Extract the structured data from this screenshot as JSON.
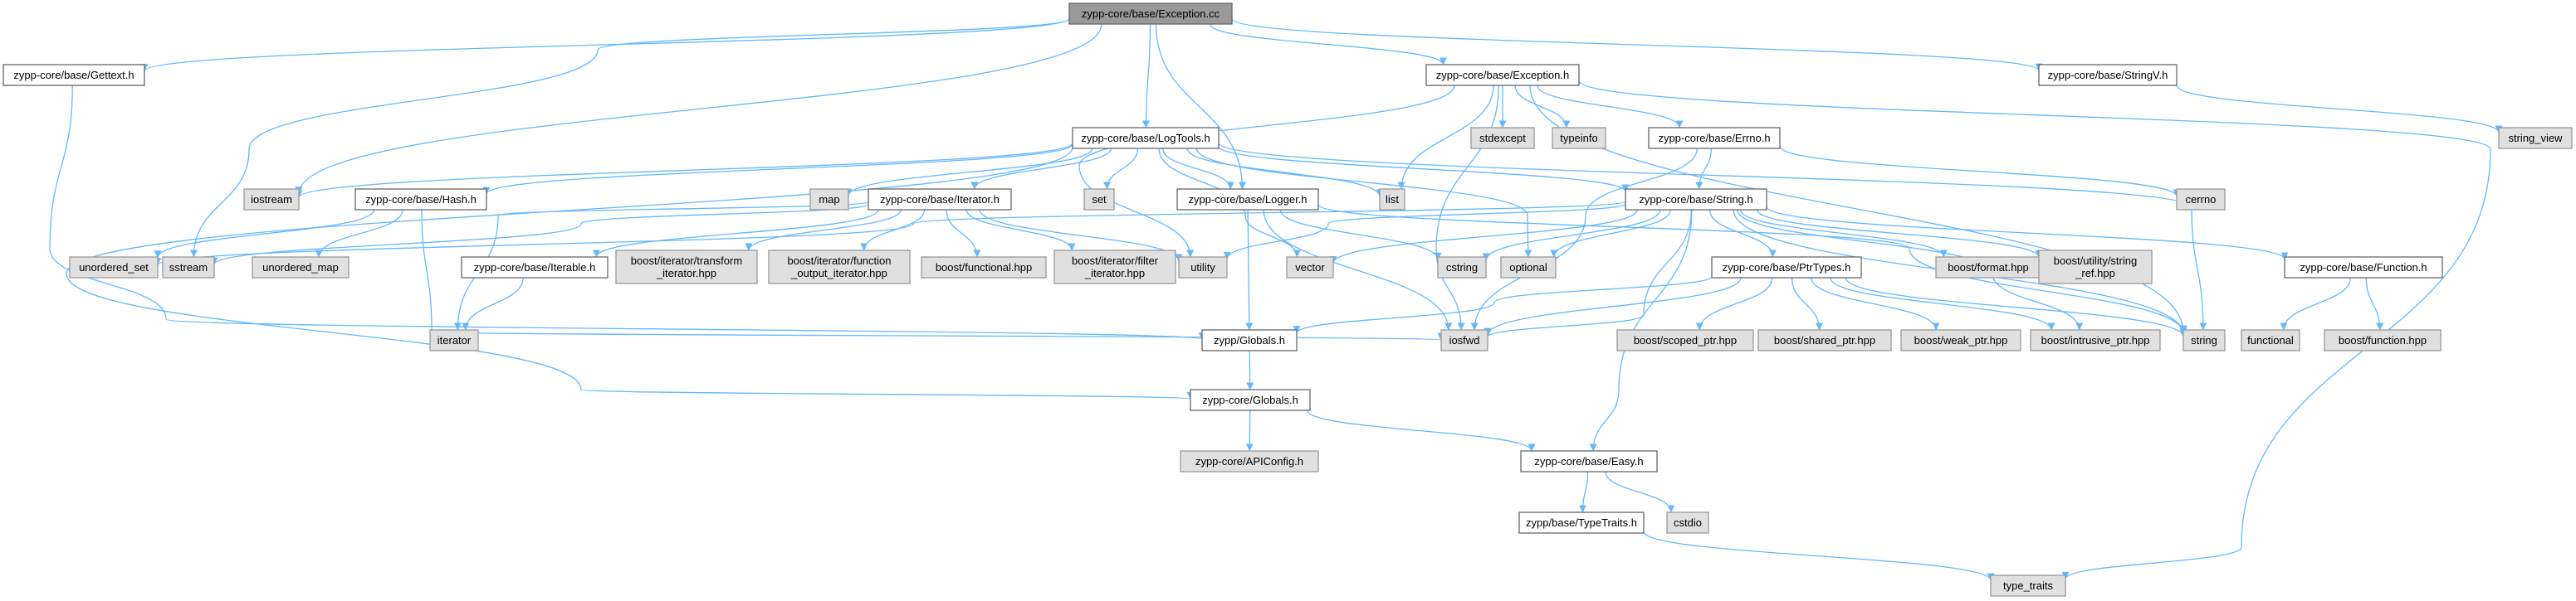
{
  "diagram": {
    "nodes": [
      {
        "id": "exception_cc",
        "lines": [
          "zypp-core/base/Exception.cc"
        ],
        "style": "root"
      },
      {
        "id": "gettext_h",
        "lines": [
          "zypp-core/base/Gettext.h"
        ],
        "style": "header"
      },
      {
        "id": "exception_h",
        "lines": [
          "zypp-core/base/Exception.h"
        ],
        "style": "header"
      },
      {
        "id": "stringv_h",
        "lines": [
          "zypp-core/base/StringV.h"
        ],
        "style": "header"
      },
      {
        "id": "string_view",
        "lines": [
          "string_view"
        ],
        "style": "system"
      },
      {
        "id": "logtools_h",
        "lines": [
          "zypp-core/base/LogTools.h"
        ],
        "style": "header"
      },
      {
        "id": "stdexcept",
        "lines": [
          "stdexcept"
        ],
        "style": "system"
      },
      {
        "id": "typeinfo",
        "lines": [
          "typeinfo"
        ],
        "style": "system"
      },
      {
        "id": "errno_h",
        "lines": [
          "zypp-core/base/Errno.h"
        ],
        "style": "header"
      },
      {
        "id": "iostream",
        "lines": [
          "iostream"
        ],
        "style": "system"
      },
      {
        "id": "hash_h",
        "lines": [
          "zypp-core/base/Hash.h"
        ],
        "style": "header"
      },
      {
        "id": "map",
        "lines": [
          "map"
        ],
        "style": "system"
      },
      {
        "id": "iterator_h",
        "lines": [
          "zypp-core/base/Iterator.h"
        ],
        "style": "header"
      },
      {
        "id": "set",
        "lines": [
          "set"
        ],
        "style": "system"
      },
      {
        "id": "logger_h",
        "lines": [
          "zypp-core/base/Logger.h"
        ],
        "style": "header"
      },
      {
        "id": "list",
        "lines": [
          "list"
        ],
        "style": "system"
      },
      {
        "id": "string_h",
        "lines": [
          "zypp-core/base/String.h"
        ],
        "style": "header"
      },
      {
        "id": "cerrno",
        "lines": [
          "cerrno"
        ],
        "style": "system"
      },
      {
        "id": "unordered_set",
        "lines": [
          "unordered_set"
        ],
        "style": "system"
      },
      {
        "id": "sstream",
        "lines": [
          "sstream"
        ],
        "style": "system"
      },
      {
        "id": "unordered_map",
        "lines": [
          "unordered_map"
        ],
        "style": "system"
      },
      {
        "id": "iterable_h",
        "lines": [
          "zypp-core/base/Iterable.h"
        ],
        "style": "header"
      },
      {
        "id": "b_transform",
        "lines": [
          "boost/iterator/transform",
          "_iterator.hpp"
        ],
        "style": "system"
      },
      {
        "id": "b_funcout",
        "lines": [
          "boost/iterator/function",
          "_output_iterator.hpp"
        ],
        "style": "system"
      },
      {
        "id": "b_functional",
        "lines": [
          "boost/functional.hpp"
        ],
        "style": "system"
      },
      {
        "id": "b_filter",
        "lines": [
          "boost/iterator/filter",
          "_iterator.hpp"
        ],
        "style": "system"
      },
      {
        "id": "utility",
        "lines": [
          "utility"
        ],
        "style": "system"
      },
      {
        "id": "vector",
        "lines": [
          "vector"
        ],
        "style": "system"
      },
      {
        "id": "cstring",
        "lines": [
          "cstring"
        ],
        "style": "system"
      },
      {
        "id": "optional",
        "lines": [
          "optional"
        ],
        "style": "system"
      },
      {
        "id": "ptrtypes_h",
        "lines": [
          "zypp-core/base/PtrTypes.h"
        ],
        "style": "header"
      },
      {
        "id": "b_format",
        "lines": [
          "boost/format.hpp"
        ],
        "style": "system"
      },
      {
        "id": "b_stringref",
        "lines": [
          "boost/utility/string",
          "_ref.hpp"
        ],
        "style": "system"
      },
      {
        "id": "function_h",
        "lines": [
          "zypp-core/base/Function.h"
        ],
        "style": "header"
      },
      {
        "id": "string",
        "lines": [
          "string"
        ],
        "style": "system"
      },
      {
        "id": "iterator",
        "lines": [
          "iterator"
        ],
        "style": "system"
      },
      {
        "id": "zypp_globals_h",
        "lines": [
          "zypp/Globals.h"
        ],
        "style": "header"
      },
      {
        "id": "iosfwd",
        "lines": [
          "iosfwd"
        ],
        "style": "system"
      },
      {
        "id": "b_scoped",
        "lines": [
          "boost/scoped_ptr.hpp"
        ],
        "style": "system"
      },
      {
        "id": "b_shared",
        "lines": [
          "boost/shared_ptr.hpp"
        ],
        "style": "system"
      },
      {
        "id": "b_weak",
        "lines": [
          "boost/weak_ptr.hpp"
        ],
        "style": "system"
      },
      {
        "id": "b_intrusive",
        "lines": [
          "boost/intrusive_ptr.hpp"
        ],
        "style": "system"
      },
      {
        "id": "functional",
        "lines": [
          "functional"
        ],
        "style": "system"
      },
      {
        "id": "b_function",
        "lines": [
          "boost/function.hpp"
        ],
        "style": "system"
      },
      {
        "id": "core_globals_h",
        "lines": [
          "zypp-core/Globals.h"
        ],
        "style": "header"
      },
      {
        "id": "apiconfig_h",
        "lines": [
          "zypp-core/APIConfig.h"
        ],
        "style": "system"
      },
      {
        "id": "easy_h",
        "lines": [
          "zypp-core/base/Easy.h"
        ],
        "style": "header"
      },
      {
        "id": "typetraits_h",
        "lines": [
          "zypp/base/TypeTraits.h"
        ],
        "style": "header"
      },
      {
        "id": "cstdio",
        "lines": [
          "cstdio"
        ],
        "style": "system"
      },
      {
        "id": "type_traits",
        "lines": [
          "type_traits"
        ],
        "style": "system"
      }
    ],
    "edges": [
      [
        "exception_cc",
        "gettext_h"
      ],
      [
        "exception_cc",
        "exception_h"
      ],
      [
        "exception_cc",
        "stringv_h"
      ],
      [
        "exception_cc",
        "logtools_h"
      ],
      [
        "exception_cc",
        "logger_h"
      ],
      [
        "exception_cc",
        "iostream"
      ],
      [
        "exception_cc",
        "sstream"
      ],
      [
        "gettext_h",
        "zypp_globals_h"
      ],
      [
        "stringv_h",
        "string_view"
      ],
      [
        "exception_h",
        "stdexcept"
      ],
      [
        "exception_h",
        "typeinfo"
      ],
      [
        "exception_h",
        "errno_h"
      ],
      [
        "exception_h",
        "list"
      ],
      [
        "exception_h",
        "iosfwd"
      ],
      [
        "exception_h",
        "string"
      ],
      [
        "exception_h",
        "type_traits"
      ],
      [
        "exception_h",
        "utility"
      ],
      [
        "errno_h",
        "cerrno"
      ],
      [
        "errno_h",
        "string_h"
      ],
      [
        "errno_h",
        "iosfwd"
      ],
      [
        "logtools_h",
        "iostream"
      ],
      [
        "logtools_h",
        "hash_h"
      ],
      [
        "logtools_h",
        "map"
      ],
      [
        "logtools_h",
        "iterator_h"
      ],
      [
        "logtools_h",
        "set"
      ],
      [
        "logtools_h",
        "logger_h"
      ],
      [
        "logtools_h",
        "list"
      ],
      [
        "logtools_h",
        "string_h"
      ],
      [
        "logtools_h",
        "vector"
      ],
      [
        "logtools_h",
        "optional"
      ],
      [
        "logtools_h",
        "string"
      ],
      [
        "logtools_h",
        "core_globals_h"
      ],
      [
        "hash_h",
        "unordered_set"
      ],
      [
        "hash_h",
        "unordered_map"
      ],
      [
        "hash_h",
        "iosfwd"
      ],
      [
        "iterator_h",
        "iterable_h"
      ],
      [
        "iterator_h",
        "b_transform"
      ],
      [
        "iterator_h",
        "b_funcout"
      ],
      [
        "iterator_h",
        "b_functional"
      ],
      [
        "iterator_h",
        "b_filter"
      ],
      [
        "iterator_h",
        "utility"
      ],
      [
        "iterator_h",
        "iterator"
      ],
      [
        "iterator_h",
        "sstream"
      ],
      [
        "iterable_h",
        "iterator"
      ],
      [
        "logger_h",
        "cstring"
      ],
      [
        "logger_h",
        "iosfwd"
      ],
      [
        "logger_h",
        "zypp_globals_h"
      ],
      [
        "logger_h",
        "string"
      ],
      [
        "string_h",
        "vector"
      ],
      [
        "string_h",
        "cstring"
      ],
      [
        "string_h",
        "optional"
      ],
      [
        "string_h",
        "ptrtypes_h"
      ],
      [
        "string_h",
        "b_format"
      ],
      [
        "string_h",
        "b_stringref"
      ],
      [
        "string_h",
        "function_h"
      ],
      [
        "string_h",
        "string"
      ],
      [
        "string_h",
        "iosfwd"
      ],
      [
        "string_h",
        "easy_h"
      ],
      [
        "string_h",
        "utility"
      ],
      [
        "string_h",
        "unordered_set"
      ],
      [
        "string_h",
        "b_intrusive"
      ],
      [
        "ptrtypes_h",
        "b_scoped"
      ],
      [
        "ptrtypes_h",
        "b_shared"
      ],
      [
        "ptrtypes_h",
        "b_weak"
      ],
      [
        "ptrtypes_h",
        "b_intrusive"
      ],
      [
        "ptrtypes_h",
        "string"
      ],
      [
        "ptrtypes_h",
        "iosfwd"
      ],
      [
        "ptrtypes_h",
        "zypp_globals_h"
      ],
      [
        "function_h",
        "functional"
      ],
      [
        "function_h",
        "b_function"
      ],
      [
        "zypp_globals_h",
        "core_globals_h"
      ],
      [
        "core_globals_h",
        "apiconfig_h"
      ],
      [
        "core_globals_h",
        "easy_h"
      ],
      [
        "easy_h",
        "typetraits_h"
      ],
      [
        "easy_h",
        "cstdio"
      ],
      [
        "typetraits_h",
        "type_traits"
      ]
    ]
  },
  "colors": {
    "edge": "#63b8ff",
    "root_fill": "#999999",
    "root_border": "#666666",
    "header_fill": "#ffffff",
    "header_border": "#666666",
    "system_fill": "#e0e0e0",
    "system_border": "#999999"
  }
}
